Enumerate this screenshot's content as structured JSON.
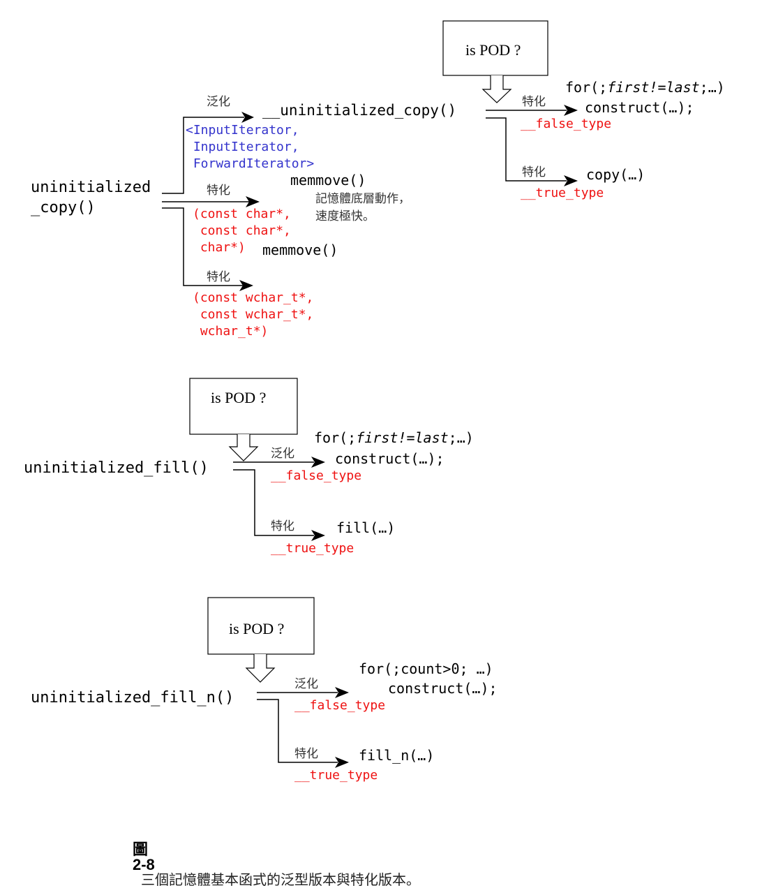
{
  "diagram1": {
    "root": [
      "uninitialized",
      "_copy()"
    ],
    "branch_generic_label": "泛化",
    "branch_generic_target": "__uninitialized_copy()",
    "branch_generic_params": [
      "<InputIterator,",
      " InputIterator,",
      " ForwardIterator>"
    ],
    "branch_char_label": "特化",
    "branch_char_target": "memmove()",
    "branch_char_note": [
      "記憶體底層動作，",
      "速度極快。"
    ],
    "branch_char_params": [
      "(const char*,",
      " const char*,",
      " char*)"
    ],
    "branch_wchar_label": "特化",
    "branch_wchar_target": "memmove()",
    "branch_wchar_params": [
      "(const wchar_t*,",
      " const wchar_t*,",
      " wchar_t*)"
    ],
    "decision": "is POD ?",
    "false_label": "特化",
    "false_type": "__false_type",
    "false_target_loop_prefix": "for(;",
    "false_target_loop_italic": "first!=last",
    "false_target_loop_suffix": ";…)",
    "false_target_body": "construct(…);",
    "true_label": "特化",
    "true_type": "__true_type",
    "true_target": "copy(…)"
  },
  "diagram2": {
    "root": "uninitialized_fill()",
    "decision": "is POD ?",
    "false_label": "泛化",
    "false_type": "__false_type",
    "false_target_loop_prefix": "for(;",
    "false_target_loop_italic": "first!=last",
    "false_target_loop_suffix": ";…)",
    "false_target_body": "construct(…);",
    "true_label": "特化",
    "true_type": "__true_type",
    "true_target": "fill(…)"
  },
  "diagram3": {
    "root": "uninitialized_fill_n()",
    "decision": "is POD ?",
    "false_label": "泛化",
    "false_type": "__false_type",
    "false_target_loop": "for(;count>0; …)",
    "false_target_body": "construct(…);",
    "true_label": "特化",
    "true_type": "__true_type",
    "true_target": "fill_n(…)"
  },
  "caption": {
    "prefix": "圖",
    "number": "2-8",
    "text": "三個記憶體基本函式的泛型版本與特化版本。"
  }
}
